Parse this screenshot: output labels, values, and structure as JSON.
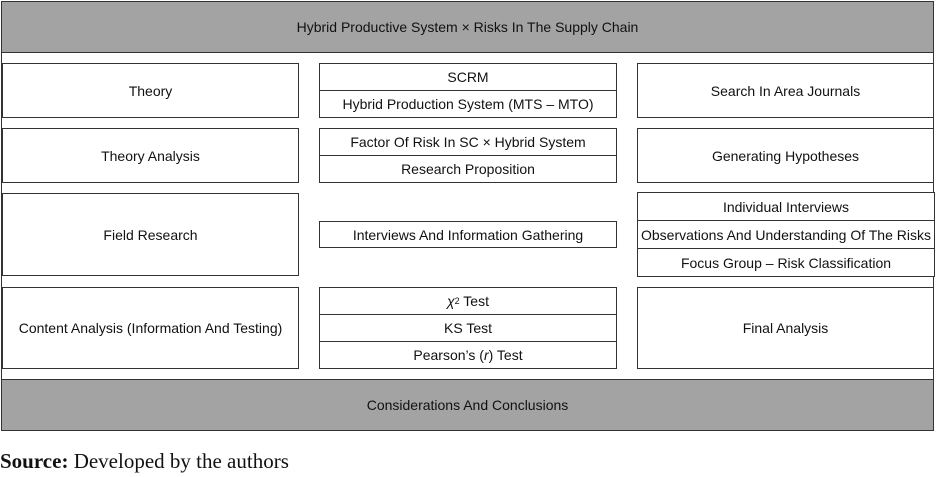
{
  "header": "Hybrid Productive System × Risks In The Supply Chain",
  "rows": [
    {
      "left": "Theory",
      "middle": [
        "SCRM",
        "Hybrid Production System (MTS – MTO)"
      ],
      "right": [
        "Search In Area Journals"
      ]
    },
    {
      "left": "Theory Analysis",
      "middle": [
        "Factor Of Risk In SC × Hybrid System",
        "Research Proposition"
      ],
      "right": [
        "Generating Hypotheses"
      ]
    },
    {
      "left": "Field Research",
      "middle": [
        "Interviews And Information Gathering"
      ],
      "right": [
        "Individual Interviews",
        "Observations And Understanding Of The Risks",
        "Focus Group – Risk Classification"
      ]
    },
    {
      "left": "Content Analysis (Information And Testing)",
      "middle": [
        "KS Test"
      ],
      "chi_symbol": "χ",
      "chi_sup": "2",
      "chi_suffix": " Test",
      "pearson_prefix": "Pearson’s (",
      "pearson_r": "r",
      "pearson_suffix": ") Test",
      "right": [
        "Final Analysis"
      ]
    }
  ],
  "footer": "Considerations And Conclusions",
  "caption": {
    "label": "Source:",
    "text": " Developed by the authors"
  }
}
